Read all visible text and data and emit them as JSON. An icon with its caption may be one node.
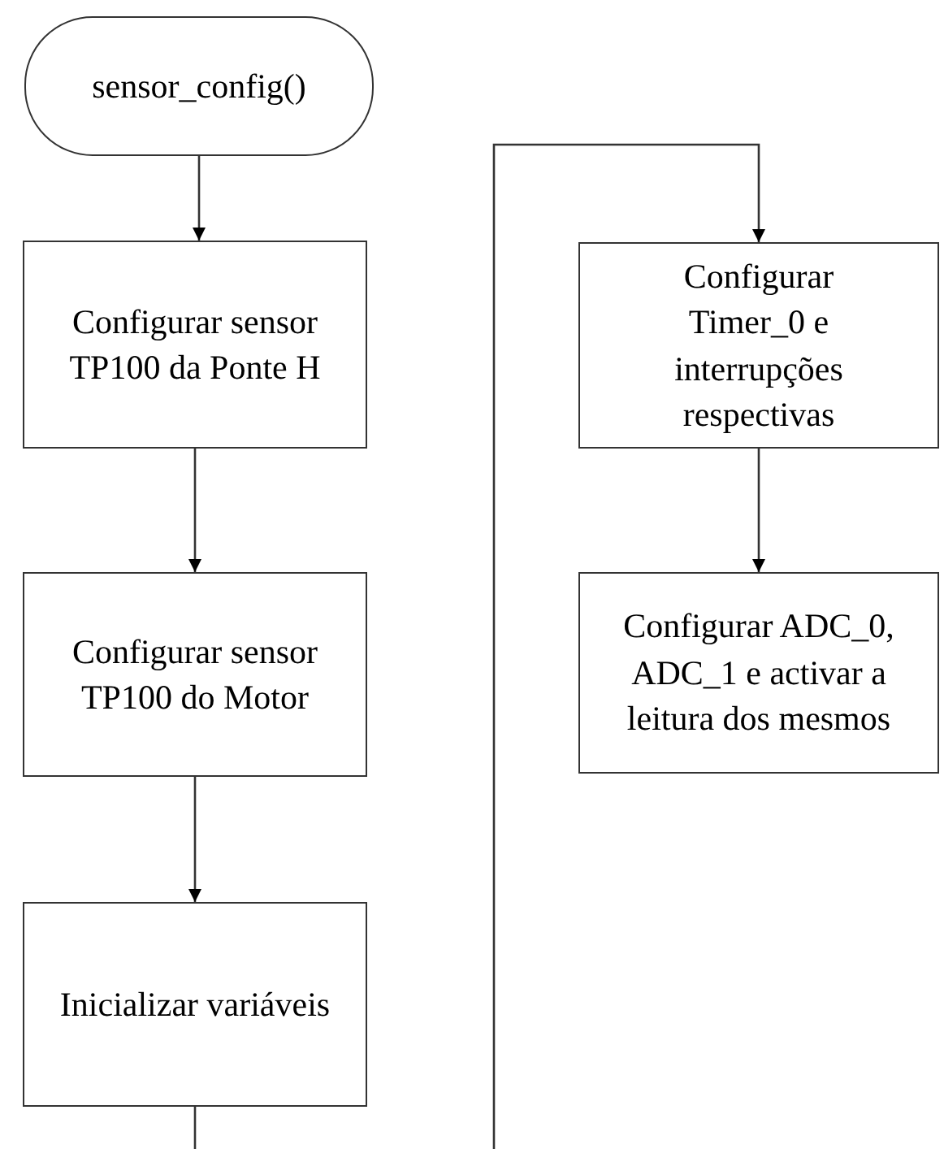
{
  "diagram": {
    "nodes": [
      {
        "text": [
          "sensor_config()"
        ]
      },
      {
        "text": [
          "Configurar sensor TP100 da Ponte H"
        ]
      },
      {
        "text": [
          "Configurar sensor TP100 do Motor"
        ]
      },
      {
        "text": [
          "Inicializar variáveis"
        ]
      },
      {
        "text": [
          "Configurar Timer_0 e interrupções respectivas"
        ]
      },
      {
        "text": [
          "Configurar ADC_0,  ADC_1 e activar a leitura dos mesmos"
        ]
      }
    ],
    "edges": [
      {
        "from": 0,
        "to": 1,
        "arrow": "to"
      },
      {
        "from": 1,
        "to": 2,
        "arrow": "to"
      },
      {
        "from": 2,
        "to": 3,
        "arrow": "to"
      },
      {
        "from": 3,
        "to": null,
        "arrow": "none"
      },
      {
        "from": null,
        "to": 4,
        "arrow": "to"
      },
      {
        "from": 4,
        "to": 5,
        "arrow": "to"
      }
    ]
  }
}
